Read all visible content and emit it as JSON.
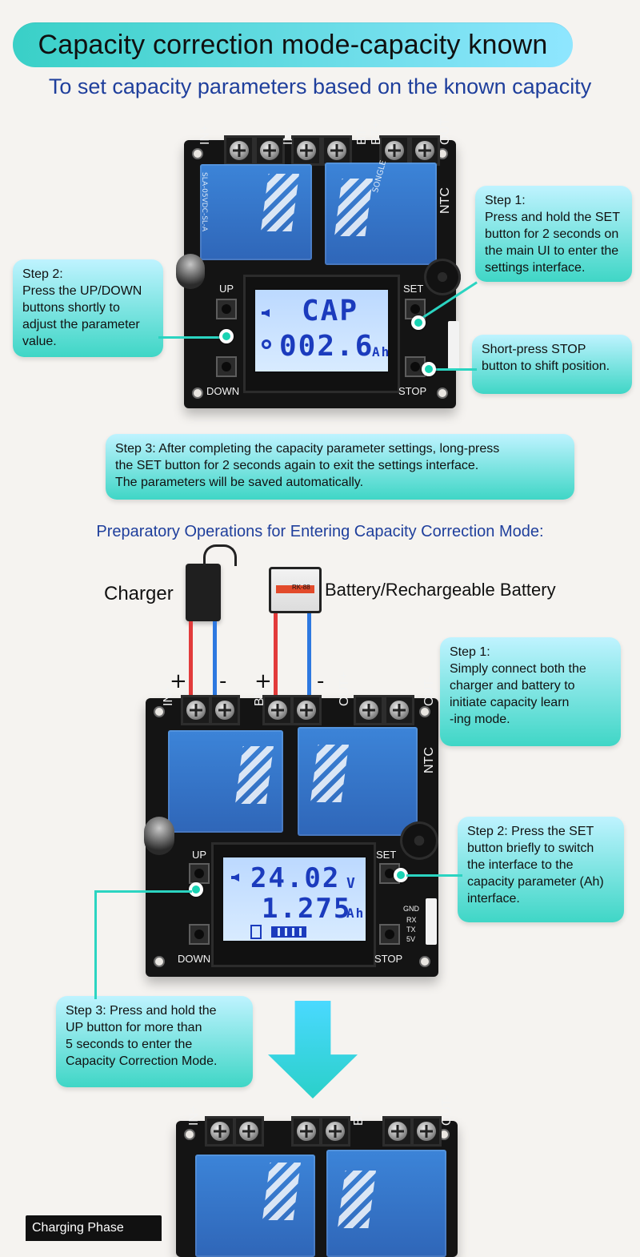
{
  "header": {
    "title": "Capacity correction mode-capacity known",
    "subtitle": "To set capacity parameters based on the known capacity"
  },
  "board_labels": {
    "in_plus": "IN+",
    "in_minus": "IN-",
    "bt_plus": "BT+",
    "bt_minus": "BT-",
    "out_plus": "OUT+",
    "out_minus": "OUT-",
    "ntc": "NTC",
    "up": "UP",
    "down": "DOWN",
    "set": "SET",
    "stop": "STOP",
    "gnd": "GND",
    "rx": "RX",
    "tx": "TX",
    "five_v": "5V"
  },
  "relay": {
    "brand": "SONGLE",
    "model": "SLA-05VDC-SL-A"
  },
  "section1": {
    "lcd_line1": "CAP",
    "lcd_line2": "002.6",
    "lcd_unit": "Ah",
    "step1": "Step 1:\nPress and hold the SET\nbutton for 2 seconds on\nthe main UI to enter the\nsettings interface.",
    "step2": "Step 2:\nPress the UP/DOWN\nbuttons shortly to\nadjust the parameter\nvalue.",
    "stop_note": "Short-press STOP\nbutton to shift position.",
    "step3": "Step 3: After completing the capacity parameter settings, long-press\nthe SET button for 2 seconds again to exit the settings interface.\nThe parameters will be saved automatically."
  },
  "section2": {
    "title": "Preparatory Operations for Entering Capacity Correction Mode:",
    "charger_label": "Charger",
    "battery_label": "Battery/Rechargeable Battery",
    "battery_tag": "RK-88",
    "plus": "+",
    "minus": "-",
    "lcd_line1": "24.02",
    "lcd_unit1": "V",
    "lcd_line2": "1.275",
    "lcd_unit2": "Ah",
    "step1": "Step 1:\nSimply connect both the\ncharger and battery to\ninitiate capacity learn\n-ing mode.",
    "step2": "Step 2: Press the SET\nbutton briefly to switch\nthe interface to the\ncapacity parameter (Ah)\ninterface.",
    "step3": "Step 3: Press and hold the\nUP button for more than\n5 seconds to enter the\nCapacity Correction Mode."
  },
  "section3": {
    "badge": "Charging Phase"
  },
  "colors": {
    "accent_teal": "#2bd4c1",
    "title_blue": "#1f3f9c",
    "lcd_blue": "#1b3bbd",
    "relay_blue": "#2f66b8"
  }
}
